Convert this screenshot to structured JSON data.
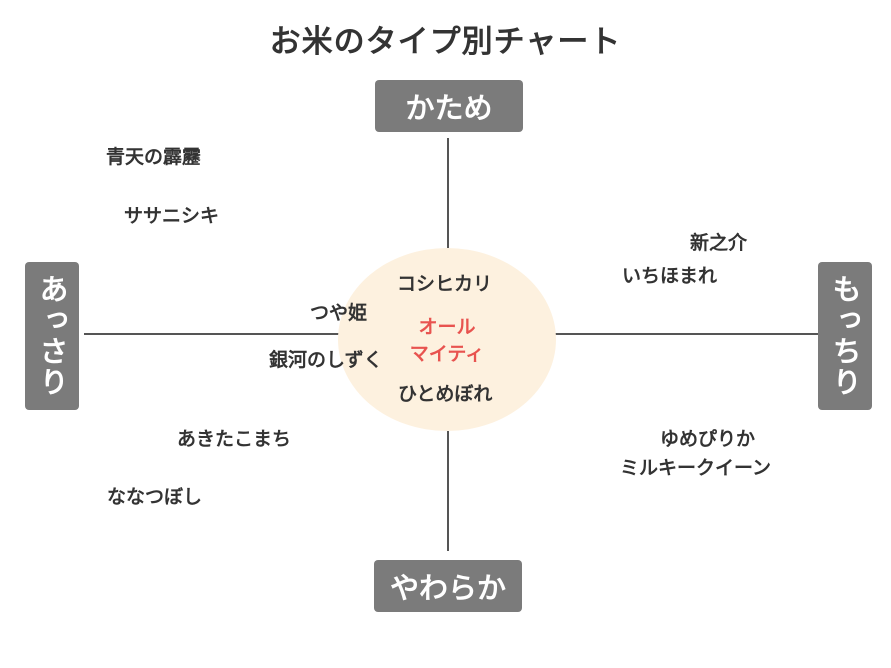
{
  "title": "お米のタイプ別チャート",
  "poles": {
    "top": "かため",
    "bottom": "やわらか",
    "left": "あっさり",
    "right": "もっちり"
  },
  "center": {
    "label_line1": "オール",
    "label_line2": "マイティ",
    "label_color": "#e8534f",
    "bg_color": "#fdf1df"
  },
  "varieties": [
    "青天の霹靂",
    "ササニシキ",
    "新之介",
    "いちほまれ",
    "コシヒカリ",
    "つや姫",
    "銀河のしずく",
    "ひとめぼれ",
    "あきたこまち",
    "ななつぼし",
    "ゆめぴりか",
    "ミルキークイーン"
  ],
  "colors": {
    "pole_bg": "#7b7b7b",
    "axis": "#555555",
    "text": "#333333"
  }
}
